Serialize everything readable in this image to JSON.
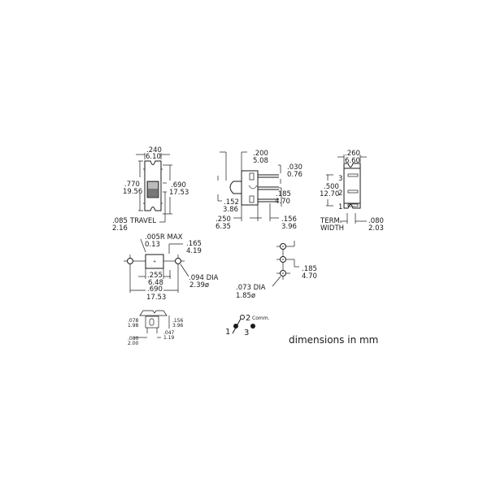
{
  "top_view": {
    "width_in": ".240",
    "width_mm": "6.10",
    "height_in": ".770",
    "height_mm": "19.56",
    "inner_in": ".690",
    "inner_mm": "17.53",
    "travel_in": ".085",
    "travel_mm": "2.16",
    "travel_label": "TRAVEL"
  },
  "side_view": {
    "dim1_in": ".200",
    "dim1_mm": "5.08",
    "dim2_in": ".030",
    "dim2_mm": "0.76",
    "dim3_in": ".152",
    "dim3_mm": "3.86",
    "dim4_in": ".185",
    "dim4_mm": "4.70",
    "dim5_in": ".250",
    "dim5_mm": "6.35",
    "dim6_in": ".156",
    "dim6_mm": "3.96"
  },
  "end_view": {
    "width_in": ".260",
    "width_mm": "6.60",
    "pitch_in": ".500",
    "pitch_mm": "12.70",
    "terminals": [
      "3",
      "2",
      "1"
    ],
    "term_label_1": "TERM.",
    "term_label_2": "WIDTH",
    "term_in": ".080",
    "term_mm": "2.03"
  },
  "mounting": {
    "radius_in": ".005R MAX",
    "radius_mm": "0.13",
    "dim1_in": ".165",
    "dim1_mm": "4.19",
    "dim2_in": ".255",
    "dim2_mm": "6.48",
    "dim3_in": ".690",
    "dim3_mm": "17.53",
    "hole_in": ".094 DIA",
    "hole_mm": "2.39ø"
  },
  "pcb_layout": {
    "hole_in": ".073 DIA",
    "hole_mm": "1.85ø",
    "pitch_in": ".185",
    "pitch_mm": "4.70"
  },
  "small_view": {
    "a_in": ".078",
    "a_mm": "1.98",
    "b_in": ".156",
    "b_mm": "3.96",
    "c_in": ".047",
    "c_mm": "1.19",
    "d_in": ".080",
    "d_mm": "2.00"
  },
  "schematic": {
    "pin1": "1",
    "pin2": "2",
    "pin3": "3",
    "comm": "Comm."
  },
  "note": "dimensions in mm"
}
